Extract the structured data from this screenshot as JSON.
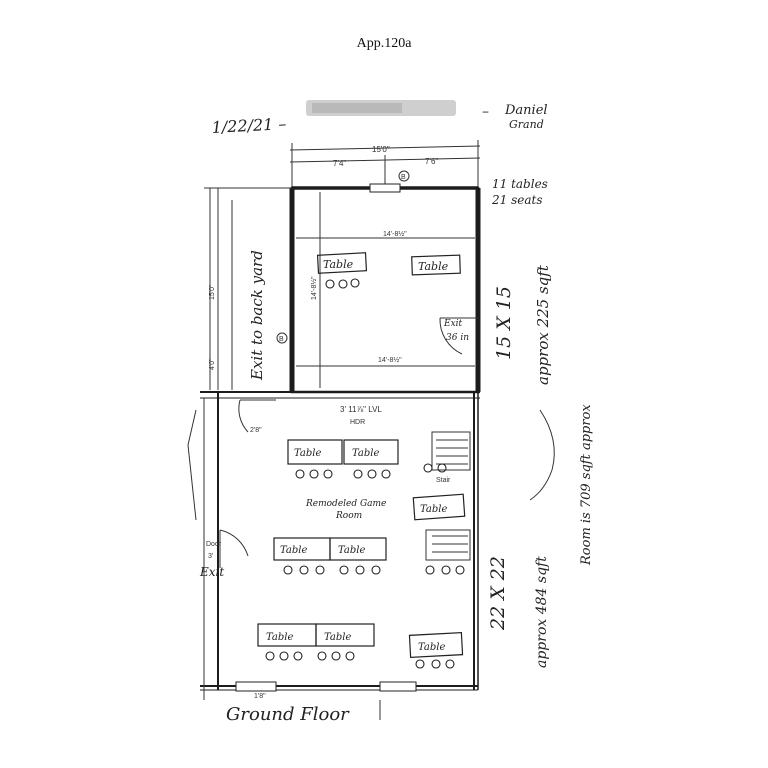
{
  "header": {
    "page_label": "App.120a"
  },
  "sketch": {
    "date": "1/22/21 –",
    "redaction_dash": "–",
    "signature_line1": "Daniel",
    "signature_line2": "Grand",
    "top_room_notes": [
      "11 tables",
      "21 seats"
    ],
    "dim_overall_width": "15'0\"",
    "dim_left_width": "7'4\"",
    "dim_right_width": "7'6\"",
    "dim_top_inner": "14'-8½\"",
    "dim_bottom_inner": "14'-8½\"",
    "dim_top_height": "14'-8½\"",
    "dim_side_top": "15'0\"",
    "dim_side_mid": "4'0\"",
    "marker_top": "B",
    "marker_left": "B",
    "exit_backyard": "Exit to back yard",
    "exit_top_room": "Exit",
    "exit_top_room_width": "36 in",
    "top_room_size": "15 X 15",
    "top_room_area": "approx 225 sqft",
    "total_area": "Room is 709 sqft approx",
    "lower_room_size": "22 X 22",
    "lower_room_area": "approx 484 sqft",
    "step_note": "3' 11⅞\" LVL",
    "step_note2": "HDR",
    "door_label": "2'8\"",
    "room_title_line1": "Remodeled Game",
    "room_title_line2": "Room",
    "exit_lower_label": "Exit",
    "exit_lower_door": "Door",
    "exit_lower_width": "3'",
    "stair_note": "Stair",
    "bottom_dim": "1'8\"",
    "floor_label": "Ground Floor",
    "table_label": "Table"
  }
}
